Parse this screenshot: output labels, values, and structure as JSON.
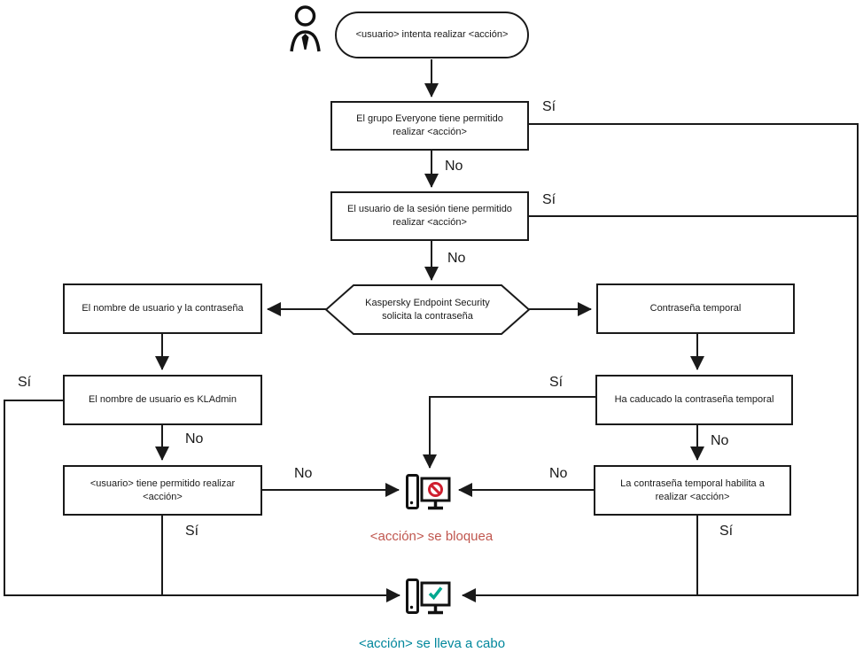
{
  "diagram": {
    "title_hint": "Flujo de autorización de <acción> de Kaspersky Endpoint Security",
    "start": "<usuario> intenta realizar <acción>",
    "nodes": {
      "everyone": "El grupo Everyone tiene permitido realizar <acción>",
      "session_user": "El usuario de la sesión tiene permitido realizar <acción>",
      "kes_prompt": "Kaspersky Endpoint Security solicita la contraseña",
      "username_password": "El nombre de usuario y la contraseña",
      "temp_password": "Contraseña temporal",
      "kladmin": "El nombre de usuario es KLAdmin",
      "temp_expired": "Ha caducado la contraseña temporal",
      "user_allowed": "<usuario> tiene permitido realizar <acción>",
      "temp_allows": "La contraseña temporal habilita a realizar <acción>"
    },
    "labels": {
      "yes": "Sí",
      "no": "No"
    },
    "outcomes": {
      "blocked": "<acción> se bloquea",
      "success": "<acción> se lleva a cabo"
    },
    "colors": {
      "line": "#1a1a1a",
      "blocked_text": "#c0574f",
      "blocked_icon": "#cf1f2f",
      "success_text": "#00879c",
      "success_icon": "#00a88f"
    },
    "edges": [
      {
        "from": "start",
        "to": "everyone",
        "label": ""
      },
      {
        "from": "everyone",
        "to": "success",
        "label": "Sí"
      },
      {
        "from": "everyone",
        "to": "session_user",
        "label": "No"
      },
      {
        "from": "session_user",
        "to": "success",
        "label": "Sí"
      },
      {
        "from": "session_user",
        "to": "kes_prompt",
        "label": "No"
      },
      {
        "from": "kes_prompt",
        "to": "username_password",
        "label": ""
      },
      {
        "from": "kes_prompt",
        "to": "temp_password",
        "label": ""
      },
      {
        "from": "username_password",
        "to": "kladmin",
        "label": ""
      },
      {
        "from": "kladmin",
        "to": "success",
        "label": "Sí"
      },
      {
        "from": "kladmin",
        "to": "user_allowed",
        "label": "No"
      },
      {
        "from": "user_allowed",
        "to": "blocked",
        "label": "No"
      },
      {
        "from": "user_allowed",
        "to": "success",
        "label": "Sí"
      },
      {
        "from": "temp_password",
        "to": "temp_expired",
        "label": ""
      },
      {
        "from": "temp_expired",
        "to": "blocked",
        "label": "Sí"
      },
      {
        "from": "temp_expired",
        "to": "temp_allows",
        "label": "No"
      },
      {
        "from": "temp_allows",
        "to": "blocked",
        "label": "No"
      },
      {
        "from": "temp_allows",
        "to": "success",
        "label": "Sí"
      }
    ]
  }
}
